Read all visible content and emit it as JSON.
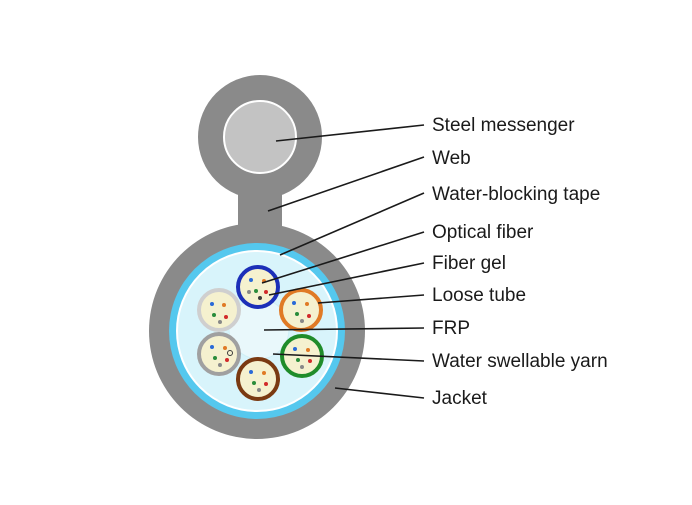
{
  "diagram": {
    "labels": {
      "steel_messenger": "Steel messenger",
      "web": "Web",
      "water_blocking_tape": "Water-blocking tape",
      "optical_fiber": "Optical fiber",
      "fiber_gel": "Fiber gel",
      "loose_tube": "Loose tube",
      "frp": "FRP",
      "water_swellable_yarn": "Water swellable yarn",
      "jacket": "Jacket"
    },
    "colors": {
      "jacket": "#8a8a8a",
      "steel_messenger": "#c3c3c3",
      "water_blocking_tape": "#55c8ee",
      "core_fill": "#d8f4fb",
      "fiber_gel": "#f5f1cf",
      "loose_tubes": [
        "#1c2fb8",
        "#e07a25",
        "#1f8c2a",
        "#7a3a12",
        "#a0a0a0",
        "#cfcfcf"
      ]
    }
  }
}
